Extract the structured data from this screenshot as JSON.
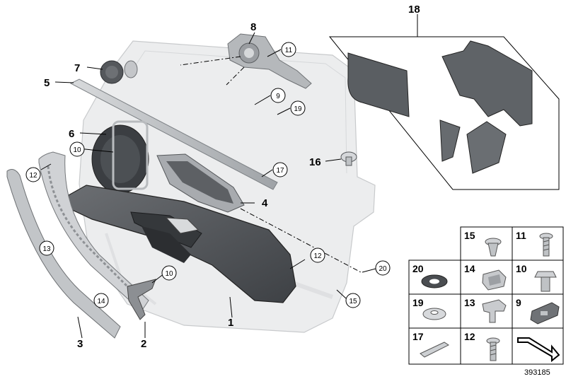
{
  "callouts": {
    "c1": "1",
    "c2": "2",
    "c3": "3",
    "c4": "4",
    "c5": "5",
    "c6": "6",
    "c7": "7",
    "c8": "8",
    "c9": "9",
    "c10a": "10",
    "c10b": "10",
    "c11": "11",
    "c12a": "12",
    "c12b": "12",
    "c13": "13",
    "c14": "14",
    "c15": "15",
    "c16": "16",
    "c17": "17",
    "c18": "18",
    "c19": "19",
    "c20": "20"
  },
  "table": {
    "cells": [
      "15",
      "11",
      "20",
      "14",
      "10",
      "19",
      "13",
      "9",
      "17",
      "12"
    ]
  },
  "figure_number": "393185"
}
